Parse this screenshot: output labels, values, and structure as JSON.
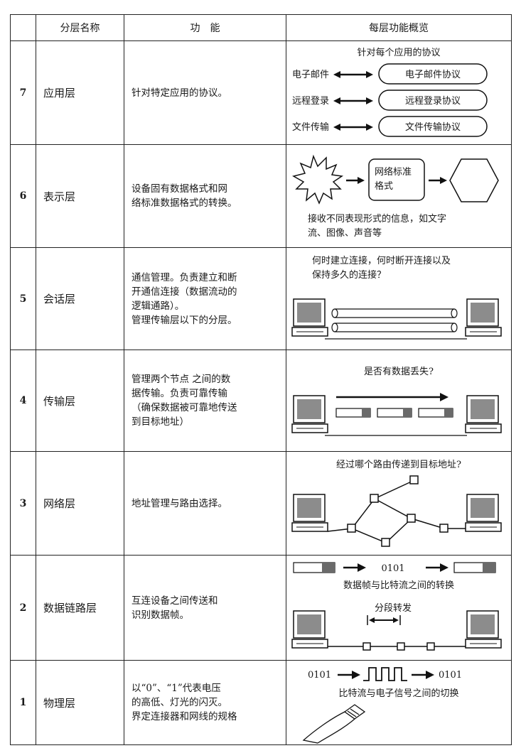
{
  "header": {
    "col_num": "",
    "col_name": "分层名称",
    "col_function": "功　能",
    "col_overview": "每层功能概览"
  },
  "layers": [
    {
      "num": "7",
      "name": "应用层",
      "function": [
        "针对特定应用的协议。"
      ],
      "overview": {
        "title": "针对每个应用的协议",
        "pairs": [
          {
            "left": "电子邮件",
            "right": "电子邮件协议"
          },
          {
            "left": "远程登录",
            "right": "远程登录协议"
          },
          {
            "left": "文件传输",
            "right": "文件传输协议"
          }
        ]
      }
    },
    {
      "num": "6",
      "name": "表示层",
      "function": [
        "设备固有数据格式和网",
        "络标准数据格式的转换。"
      ],
      "overview": {
        "box_label_1": "网络标准",
        "box_label_2": "格式",
        "caption_1": "接收不同表现形式的信息，如文字",
        "caption_2": "流、图像、声音等"
      }
    },
    {
      "num": "5",
      "name": "会话层",
      "function": [
        "通信管理。负责建立和断",
        "开通信连接（数据流动的",
        "逻辑通路）。",
        "管理传输层以下的分层。"
      ],
      "overview": {
        "caption_1": "何时建立连接，何时断开连接以及",
        "caption_2": "保持多久的连接？"
      }
    },
    {
      "num": "4",
      "name": "传输层",
      "function": [
        "管理两个节点 之间的数",
        "据传输。负责可靠传输",
        "（确保数据被可靠地传送",
        "到目标地址）"
      ],
      "overview": {
        "caption": "是否有数据丢失?"
      }
    },
    {
      "num": "3",
      "name": "网络层",
      "function": [
        "地址管理与路由选择。"
      ],
      "overview": {
        "caption": "经过哪个路由传递到目标地址?"
      }
    },
    {
      "num": "2",
      "name": "数据链路层",
      "function": [
        "互连设备之间传送和",
        "识别数据帧。"
      ],
      "overview": {
        "bits": "0101",
        "caption": "数据帧与比特流之间的转换",
        "segment_label": "分段转发"
      }
    },
    {
      "num": "1",
      "name": "物理层",
      "function": [
        "以“0”、“1”代表电压",
        "的高低、灯光的闪灭。",
        "界定连接器和网线的规格"
      ],
      "overview": {
        "bits_left": "0101",
        "bits_right": "0101",
        "caption": "比特流与电子信号之间的切换"
      }
    }
  ]
}
